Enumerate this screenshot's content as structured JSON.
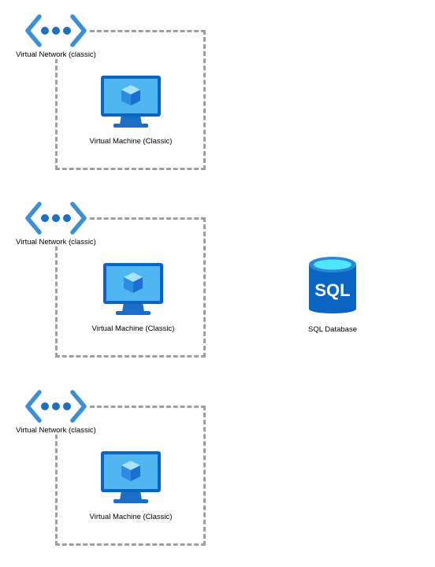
{
  "groups": [
    {
      "vnet_label": "Virtual Network (classic)",
      "vm_label": "Virtual Machine (Classic)"
    },
    {
      "vnet_label": "Virtual Network (classic)",
      "vm_label": "Virtual Machine (Classic)"
    },
    {
      "vnet_label": "Virtual Network (classic)",
      "vm_label": "Virtual Machine (Classic)"
    }
  ],
  "sql": {
    "icon_text": "SQL",
    "label": "SQL Database"
  },
  "icons": {
    "vnet": "virtual-network-icon",
    "vm": "virtual-machine-icon",
    "sql": "sql-database-icon"
  },
  "colors": {
    "azure_blue": "#0078d4",
    "light_blue": "#50e6ff",
    "boundary_gray": "#9e9e9e"
  }
}
